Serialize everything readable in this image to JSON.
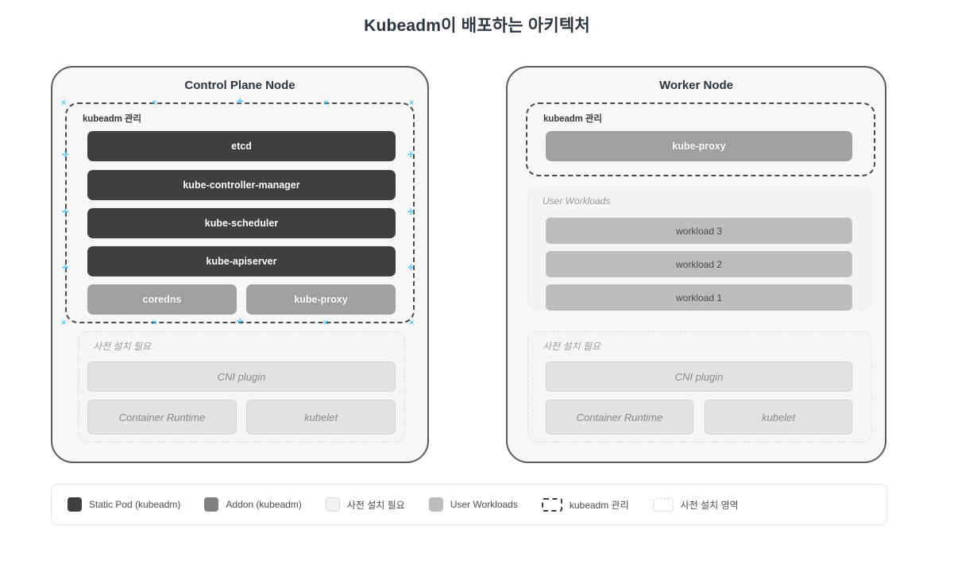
{
  "title": "Kubeadm이 배포하는 아키텍처",
  "nodes": [
    {
      "id": "control-plane",
      "title": "Control Plane Node",
      "kubeadm_region_label": "kubeadm 관리",
      "static_pods": [
        {
          "label": "etcd"
        },
        {
          "label": "kube-controller-manager"
        },
        {
          "label": "kube-scheduler"
        },
        {
          "label": "kube-apiserver"
        }
      ],
      "addons": [
        {
          "label": "coredns"
        },
        {
          "label": "kube-proxy"
        }
      ],
      "preinstall_label": "사전 설치 필요",
      "preinstall": [
        {
          "label": "CNI plugin"
        },
        {
          "label": "Container Runtime"
        },
        {
          "label": "kubelet"
        }
      ]
    },
    {
      "id": "worker",
      "title": "Worker Node",
      "kubeadm_region_label": "kubeadm 관리",
      "addons": [
        {
          "label": "kube-proxy"
        }
      ],
      "workloads_label": "User Workloads",
      "workloads": [
        {
          "label": "workload 3"
        },
        {
          "label": "workload 2"
        },
        {
          "label": "workload 1"
        }
      ],
      "preinstall_label": "사전 설치 필요",
      "preinstall": [
        {
          "label": "CNI plugin"
        },
        {
          "label": "Container Runtime"
        },
        {
          "label": "kubelet"
        }
      ]
    }
  ],
  "legend": [
    {
      "label": "Static Pod (kubeadm)",
      "swatch": "solid-dark"
    },
    {
      "label": "Addon (kubeadm)",
      "swatch": "solid-mid-gray"
    },
    {
      "label": "사전 설치 필요",
      "swatch": "solid-light"
    },
    {
      "label": "User Workloads",
      "swatch": "solid-gray"
    },
    {
      "label": "kubeadm 관리",
      "swatch": "dashed-dark"
    },
    {
      "label": "사전 설치 영역",
      "swatch": "dashed-light"
    }
  ],
  "handle_glyphs": {
    "cross": "×",
    "plus": "✛"
  },
  "colors": {
    "static_pod": "#3f3f3f",
    "addon": "#a0a0a0",
    "workload": "#bdbdbd",
    "preinstall": "#e2e2e2",
    "node_border": "#5c5c5c",
    "node_bg": "#f7f7f7",
    "kubeadm_border": "#4a4a4a",
    "handle": "#29b6f6",
    "title_text": "#2e3440"
  }
}
